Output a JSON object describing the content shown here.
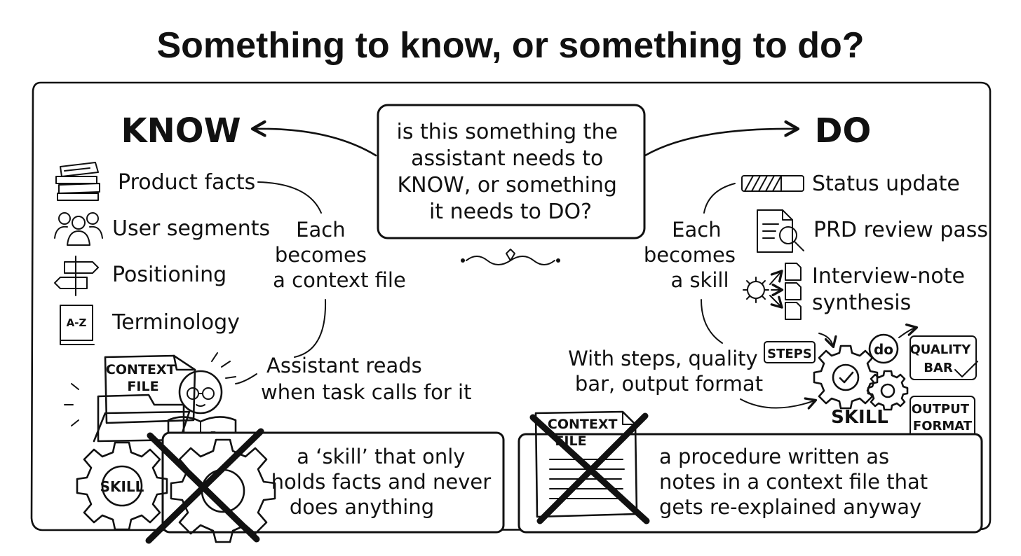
{
  "title": "Something to know, or something to do?",
  "center_question": [
    "is this something the",
    "assistant needs to",
    "KNOW, or something",
    "it needs to DO?"
  ],
  "know": {
    "heading": "KNOW",
    "items": [
      {
        "label": "Product facts",
        "icon": "books-icon"
      },
      {
        "label": "User segments",
        "icon": "users-icon"
      },
      {
        "label": "Positioning",
        "icon": "signpost-icon"
      },
      {
        "label": "Terminology",
        "icon": "dictionary-icon"
      }
    ],
    "becomes": [
      "Each",
      "becomes",
      "a context file"
    ],
    "reads": [
      "Assistant reads",
      "when task calls for it"
    ],
    "folder_label": [
      "CONTEXT",
      "FILE"
    ],
    "book_letter": "A",
    "anti_gear_label": "SKILL",
    "anti_pattern": [
      "a ‘skill’ that only",
      "holds facts and never",
      "does anything"
    ]
  },
  "do": {
    "heading": "DO",
    "items": [
      {
        "label": "Status update",
        "icon": "progress-bar-icon"
      },
      {
        "label": "PRD review pass",
        "icon": "document-search-icon"
      },
      {
        "label": "Interview-note",
        "label2": "synthesis",
        "icon": "gear-documents-icon"
      }
    ],
    "becomes": [
      "Each",
      "becomes",
      "a skill"
    ],
    "with": [
      "With steps, quality",
      "bar, output format"
    ],
    "steps_tag": "STEPS",
    "do_bubble": "do",
    "quality_tag": [
      "QUALITY",
      "BAR"
    ],
    "output_tag": [
      "OUTPUT",
      "FORMAT"
    ],
    "skill_label": "SKILL",
    "anti_doc_label": [
      "CONTEXT",
      "FILE"
    ],
    "anti_pattern": [
      "a procedure written as",
      "notes in a context file that",
      "gets re-explained anyway"
    ]
  }
}
